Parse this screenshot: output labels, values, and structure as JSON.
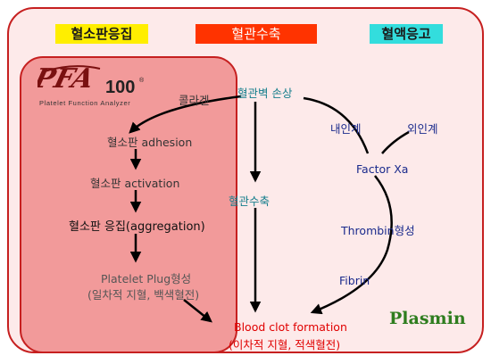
{
  "tags": {
    "platelet_aggregation": "혈소판응집",
    "vasoconstriction": "혈관수축",
    "coagulation": "혈액응고"
  },
  "logo": {
    "mark": "PFA",
    "number": "100",
    "registered": "®",
    "subtitle": "Platelet Function Analyzer"
  },
  "left_path": {
    "collagen": "콜라겐",
    "adhesion": "혈소판 adhesion",
    "activation": "혈소판 activation",
    "aggregation": "혈소판 응집(aggregation)",
    "plug": "Platelet Plug형성",
    "plug_note": "(일차적 지혈, 백색혈전)"
  },
  "center_path": {
    "vessel_injury": "혈관벽 손상",
    "vasoconstriction": "혈관수축"
  },
  "right_path": {
    "intrinsic": "내인계",
    "extrinsic": "외인계",
    "factor_xa": "Factor Xa",
    "thrombin": "Thrombin형성",
    "fibrin": "Fibrin"
  },
  "result": {
    "clot": "Blood clot formation",
    "clot_note": "(이차적 지혈, 적색혈전)"
  },
  "plasmin": "Plasmin"
}
